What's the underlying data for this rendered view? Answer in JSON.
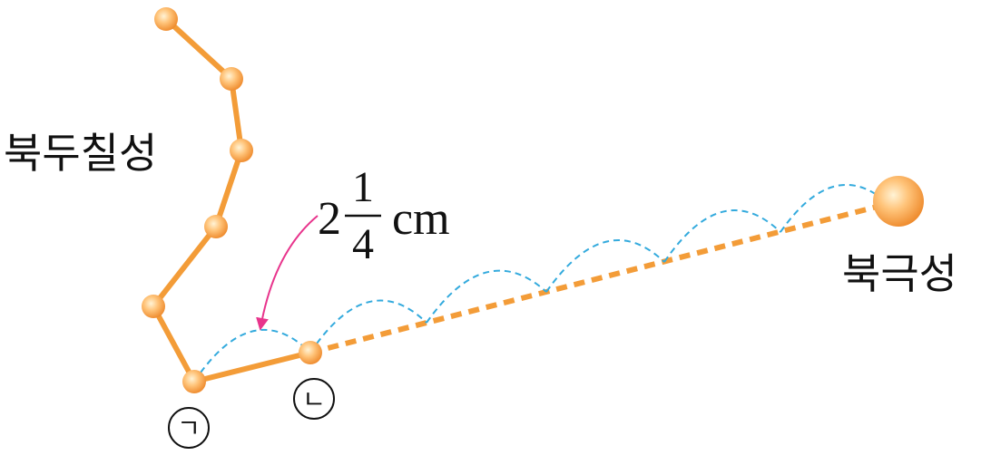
{
  "labels": {
    "big_dipper": "북두칠성",
    "polaris": "북극성",
    "point_a": "ㄱ",
    "point_b": "ㄴ"
  },
  "measure": {
    "whole": "2",
    "numerator": "1",
    "denominator": "4",
    "unit": "cm"
  },
  "colors": {
    "line": "#f39c38",
    "star_outer": "#f08c2e",
    "star_inner": "#ffd9a0",
    "arc": "#33aadd",
    "arrow": "#e8348c",
    "text": "#111111"
  },
  "arcs": {
    "count": 6
  }
}
